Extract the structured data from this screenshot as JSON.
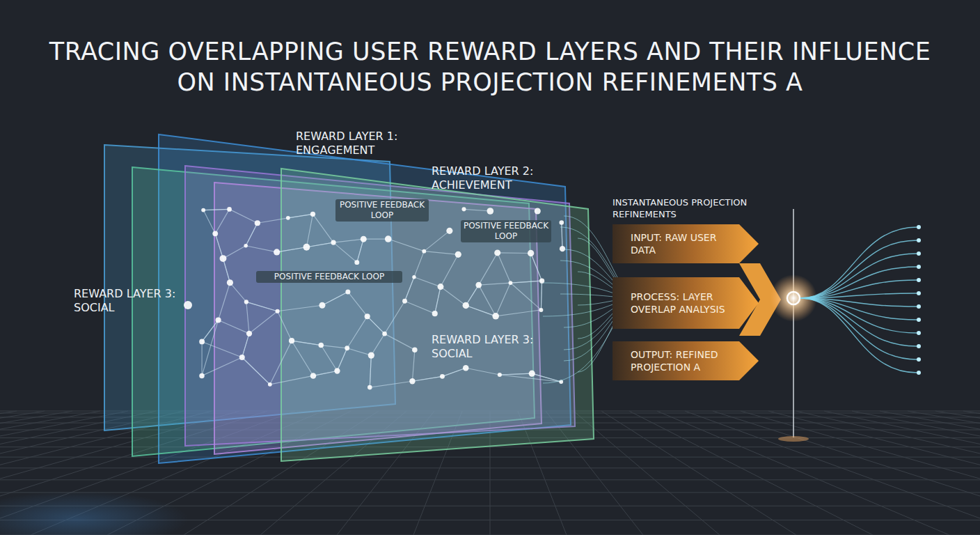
{
  "diagram": {
    "title": "TRACING OVERLAPPING USER REWARD LAYERS AND THEIR INFLUENCE ON INSTANTANEOUS PROJECTION REFINEMENTS A",
    "nodes": [
      {
        "text": [
          "INPUT: RAW USER DATA"
        ]
      },
      {
        "text": [
          "PROCESS: LAYER OVERLAP ANALYSIS"
        ]
      },
      {
        "text": [
          "OUTPUT: REFINED PROJECTION A"
        ]
      }
    ],
    "labels": [
      "REWARD LAYER 1: ENGAGEMENT",
      "REWARD LAYER 2: ACHIEVEMENT",
      "REWARD LAYER 3: SOCIAL",
      "POSITIVE FEEDBACK LOOP",
      "POSITIVE FEEDBACK LOOP",
      "POSITIVE FEEDBACK LOOP",
      "REWARD LAYER 3: SOCIAL",
      "INSTANTANEOUS PROJECTION REFINEMENTS"
    ]
  }
}
